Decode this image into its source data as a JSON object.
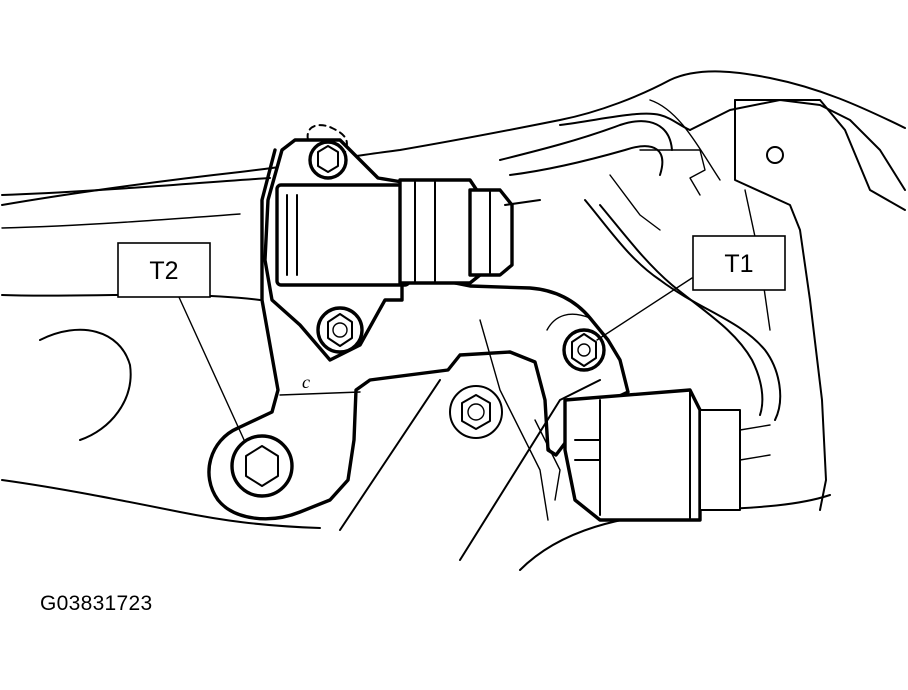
{
  "callouts": {
    "t1": "T1",
    "t2": "T2"
  },
  "figure_code": "G03831723"
}
